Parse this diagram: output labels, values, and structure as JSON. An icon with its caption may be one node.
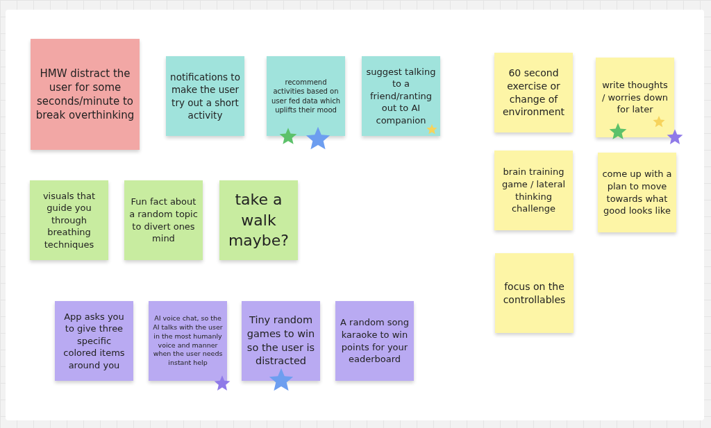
{
  "diagram": {
    "nodes": [
      {
        "text": [
          "HMW distract the user for some seconds/minute to break overthinking"
        ]
      },
      {
        "text": [
          "notifications to make the user try out a short activity"
        ]
      },
      {
        "text": [
          "recommend activities based on user fed data which uplifts their mood"
        ]
      },
      {
        "text": [
          "suggest talking to a friend/ranting out to AI companion"
        ]
      },
      {
        "text": [
          "60 second exercise or change of environment"
        ]
      },
      {
        "text": [
          "write thoughts / worries down for later"
        ]
      },
      {
        "text": [
          "visuals that guide you through breathing techniques"
        ]
      },
      {
        "text": [
          "Fun fact about a random topic to divert ones mind"
        ]
      },
      {
        "text": [
          "take a walk maybe?"
        ]
      },
      {
        "text": [
          "brain training game / lateral thinking challenge"
        ]
      },
      {
        "text": [
          "come up with a plan to move towards what good looks like"
        ]
      },
      {
        "text": [
          "focus on the controllables"
        ]
      },
      {
        "text": [
          "App asks you to give three specific colored items around you"
        ]
      },
      {
        "text": [
          "AI voice chat, so the AI talks with the user in the most humanly voice and manner when the user needs instant help"
        ]
      },
      {
        "text": [
          "Tiny random games to win so the user is distracted"
        ]
      },
      {
        "text": [
          "A random song karaoke to win points for your eaderboard"
        ]
      }
    ]
  }
}
